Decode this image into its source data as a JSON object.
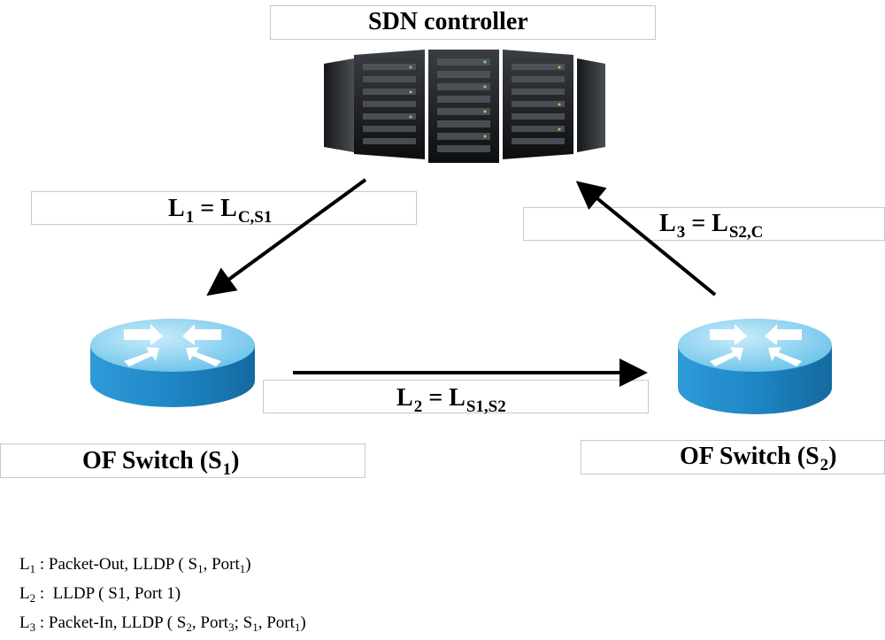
{
  "controller": {
    "title": "SDN controller"
  },
  "links": [
    {
      "name": "L",
      "name_sub": "1",
      "eq": " = L",
      "eq_sub": "C,S1"
    },
    {
      "name": "L",
      "name_sub": "2",
      "eq": " = L",
      "eq_sub": "S1,S2"
    },
    {
      "name": "L",
      "name_sub": "3",
      "eq": " = L",
      "eq_sub": "S2,C"
    }
  ],
  "switches": [
    {
      "label": "OF Switch (S",
      "sub": "1",
      "close": ")"
    },
    {
      "label": "OF Switch (S",
      "sub": "2",
      "close": ")"
    }
  ],
  "legend": {
    "l1": {
      "name": "L",
      "sub": "1",
      "p1": " : Packet-Out, LLDP ( S",
      "s1": "1",
      "p2": ", Port",
      "s2": "1",
      "p3": ")"
    },
    "l2": {
      "name": "L",
      "sub": "2",
      "text": " :  LLDP ( S1, Port 1)"
    },
    "l3": {
      "name": "L",
      "sub": "3",
      "p1": " : Packet-In, LLDP ( S",
      "s1": "2",
      "p2": ", Port",
      "s2": "3",
      "p3": "; S",
      "s3": "1",
      "p4": ", Port",
      "s4": "1",
      "p5": ")"
    }
  },
  "colors": {
    "router_top": "#8fd3f0",
    "router_side": "#1e86c4",
    "arrow": "#000000",
    "box_border": "#c8c8c8"
  },
  "icons": {
    "controller": "server-rack-icon",
    "switch": "router-icon"
  }
}
